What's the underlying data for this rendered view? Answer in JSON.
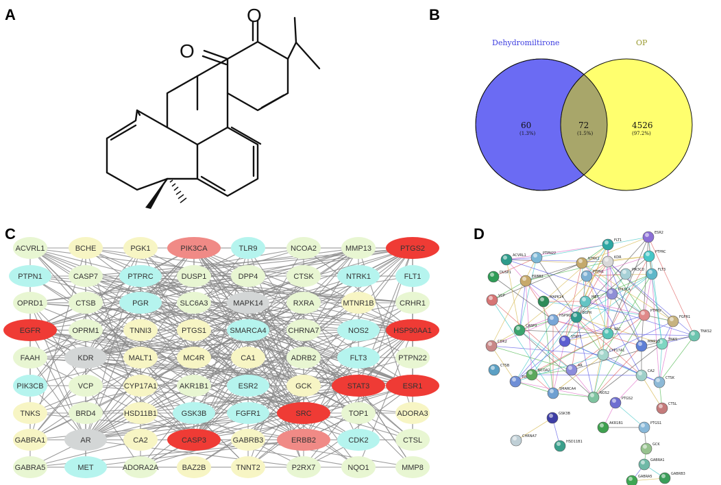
{
  "panels": {
    "a": "A",
    "b": "B",
    "c": "C",
    "d": "D"
  },
  "venn": {
    "left_label": "Dehydromiltirone",
    "right_label": "OP",
    "left_count": "60",
    "left_pct": "(1.3%)",
    "overlap_count": "72",
    "overlap_pct": "(1.5%)",
    "right_count": "4526",
    "right_pct": "(97.2%)",
    "left_color": "#6B6BF3",
    "right_color": "#FFFF6E",
    "overlap_color": "#A8A66A",
    "left_label_color": "#3B3BE0",
    "right_label_color": "#9A9A30"
  },
  "colors": {
    "red": "#EF3B35",
    "pink": "#F08A86",
    "cyan": "#B5F4EE",
    "gray": "#D3D6D6",
    "green": "#E8F6D2",
    "yellow": "#F7F5C4",
    "edge": "#8A8A8A"
  },
  "network_c": {
    "nodes": [
      {
        "label": "ACVRL1",
        "color": "green"
      },
      {
        "label": "BCHE",
        "color": "yellow"
      },
      {
        "label": "PGK1",
        "color": "yellow"
      },
      {
        "label": "PIK3CA",
        "color": "pink"
      },
      {
        "label": "TLR9",
        "color": "cyan"
      },
      {
        "label": "NCOA2",
        "color": "green"
      },
      {
        "label": "MMP13",
        "color": "green"
      },
      {
        "label": "PTGS2",
        "color": "red"
      },
      {
        "label": "PTPN1",
        "color": "cyan"
      },
      {
        "label": "CASP7",
        "color": "green"
      },
      {
        "label": "PTPRC",
        "color": "cyan"
      },
      {
        "label": "DUSP1",
        "color": "green"
      },
      {
        "label": "DPP4",
        "color": "green"
      },
      {
        "label": "CTSK",
        "color": "green"
      },
      {
        "label": "NTRK1",
        "color": "cyan"
      },
      {
        "label": "FLT1",
        "color": "cyan"
      },
      {
        "label": "OPRD1",
        "color": "green"
      },
      {
        "label": "CTSB",
        "color": "green"
      },
      {
        "label": "PGR",
        "color": "cyan"
      },
      {
        "label": "SLC6A3",
        "color": "green"
      },
      {
        "label": "MAPK14",
        "color": "gray"
      },
      {
        "label": "RXRA",
        "color": "green"
      },
      {
        "label": "MTNR1B",
        "color": "yellow"
      },
      {
        "label": "CRHR1",
        "color": "green"
      },
      {
        "label": "EGFR",
        "color": "red"
      },
      {
        "label": "OPRM1",
        "color": "green"
      },
      {
        "label": "TNNI3",
        "color": "yellow"
      },
      {
        "label": "PTGS1",
        "color": "yellow"
      },
      {
        "label": "SMARCA4",
        "color": "cyan"
      },
      {
        "label": "CHRNA7",
        "color": "green"
      },
      {
        "label": "NOS2",
        "color": "cyan"
      },
      {
        "label": "HSP90AA1",
        "color": "red"
      },
      {
        "label": "FAAH",
        "color": "green"
      },
      {
        "label": "KDR",
        "color": "gray"
      },
      {
        "label": "MALT1",
        "color": "yellow"
      },
      {
        "label": "MC4R",
        "color": "yellow"
      },
      {
        "label": "CA1",
        "color": "yellow"
      },
      {
        "label": "ADRB2",
        "color": "green"
      },
      {
        "label": "FLT3",
        "color": "cyan"
      },
      {
        "label": "PTPN22",
        "color": "green"
      },
      {
        "label": "PIK3CB",
        "color": "cyan"
      },
      {
        "label": "VCP",
        "color": "green"
      },
      {
        "label": "CYP17A1",
        "color": "yellow"
      },
      {
        "label": "AKR1B1",
        "color": "green"
      },
      {
        "label": "ESR2",
        "color": "cyan"
      },
      {
        "label": "GCK",
        "color": "yellow"
      },
      {
        "label": "STAT3",
        "color": "red"
      },
      {
        "label": "ESR1",
        "color": "red"
      },
      {
        "label": "TNKS",
        "color": "yellow"
      },
      {
        "label": "BRD4",
        "color": "green"
      },
      {
        "label": "HSD11B1",
        "color": "yellow"
      },
      {
        "label": "GSK3B",
        "color": "cyan"
      },
      {
        "label": "FGFR1",
        "color": "cyan"
      },
      {
        "label": "SRC",
        "color": "red"
      },
      {
        "label": "TOP1",
        "color": "green"
      },
      {
        "label": "ADORA3",
        "color": "yellow"
      },
      {
        "label": "GABRA1",
        "color": "yellow"
      },
      {
        "label": "AR",
        "color": "gray"
      },
      {
        "label": "CA2",
        "color": "yellow"
      },
      {
        "label": "CASP3",
        "color": "red"
      },
      {
        "label": "GABRB3",
        "color": "yellow"
      },
      {
        "label": "ERBB2",
        "color": "pink"
      },
      {
        "label": "CDK2",
        "color": "cyan"
      },
      {
        "label": "CTSL",
        "color": "green"
      },
      {
        "label": "GABRA5",
        "color": "green"
      },
      {
        "label": "MET",
        "color": "cyan"
      },
      {
        "label": "ADORA2A",
        "color": "green"
      },
      {
        "label": "BAZ2B",
        "color": "yellow"
      },
      {
        "label": "TNNT2",
        "color": "yellow"
      },
      {
        "label": "P2RX7",
        "color": "green"
      },
      {
        "label": "NQO1",
        "color": "green"
      },
      {
        "label": "MMP8",
        "color": "green"
      }
    ]
  },
  "network_d": {
    "nodes": [
      {
        "label": "FLT1",
        "color": "#2FA7A3"
      },
      {
        "label": "ESR2",
        "color": "#8B6FD6"
      },
      {
        "label": "PTPRC",
        "color": "#48C7C8"
      },
      {
        "label": "ACVRL1",
        "color": "#2E9B8A"
      },
      {
        "label": "PTPN22",
        "color": "#7CB7D6"
      },
      {
        "label": "NTRK1",
        "color": "#C4A96B"
      },
      {
        "label": "KDR",
        "color": "#D8D8D8"
      },
      {
        "label": "PIK3CD",
        "color": "#A6D0D6"
      },
      {
        "label": "FLT3",
        "color": "#5FB7C9"
      },
      {
        "label": "DUSP1",
        "color": "#2F9B56"
      },
      {
        "label": "ERBB2",
        "color": "#C7A96B"
      },
      {
        "label": "PTPN1",
        "color": "#7DB0D3"
      },
      {
        "label": "VCP",
        "color": "#D67575"
      },
      {
        "label": "MAPK14",
        "color": "#2E8B57"
      },
      {
        "label": "MET",
        "color": "#64C4C4"
      },
      {
        "label": "PIK3CA",
        "color": "#8F8FD6"
      },
      {
        "label": "FGFR1",
        "color": "#C7B37F"
      },
      {
        "label": "PTPRV",
        "color": "#E08A8A"
      },
      {
        "label": "HSP90AA1",
        "color": "#7AA6D6"
      },
      {
        "label": "EGFR",
        "color": "#2F9A8C"
      },
      {
        "label": "SRC",
        "color": "#56C3B6"
      },
      {
        "label": "STAT3",
        "color": "#5E5ED1"
      },
      {
        "label": "TNKS",
        "color": "#7FD6C2"
      },
      {
        "label": "TNKS2",
        "color": "#6CC4AE"
      },
      {
        "label": "CDK2",
        "color": "#C98888"
      },
      {
        "label": "CASP3",
        "color": "#3BA46D"
      },
      {
        "label": "AR",
        "color": "#8C8CDB"
      },
      {
        "label": "CYP17A1",
        "color": "#A4D6CC"
      },
      {
        "label": "MMP13",
        "color": "#5E7FD6"
      },
      {
        "label": "CA2",
        "color": "#9FD0C9"
      },
      {
        "label": "CTSK",
        "color": "#8DB9D6"
      },
      {
        "label": "TOP1",
        "color": "#6F8FD6"
      },
      {
        "label": "NCOA2",
        "color": "#5CA85C"
      },
      {
        "label": "SMARCA4",
        "color": "#6E9FD1"
      },
      {
        "label": "NOS2",
        "color": "#7FC3A0"
      },
      {
        "label": "PTGS2",
        "color": "#6E6ED0"
      },
      {
        "label": "CTSL",
        "color": "#C47B7B"
      },
      {
        "label": "CTSB",
        "color": "#5CA0C4"
      },
      {
        "label": "GSK3B",
        "color": "#3E3EA5"
      },
      {
        "label": "AKR1B1",
        "color": "#3FA04F"
      },
      {
        "label": "PTGS1",
        "color": "#89B8D8"
      },
      {
        "label": "HSD11B1",
        "color": "#3A9F8B"
      },
      {
        "label": "GCK",
        "color": "#97C28E"
      },
      {
        "label": "CHRNA7",
        "color": "#BFCFD6"
      },
      {
        "label": "GABRA1",
        "color": "#6FB9A7"
      },
      {
        "label": "GABRA5",
        "color": "#3EA653"
      },
      {
        "label": "GABRB3",
        "color": "#3B9E5A"
      }
    ]
  }
}
